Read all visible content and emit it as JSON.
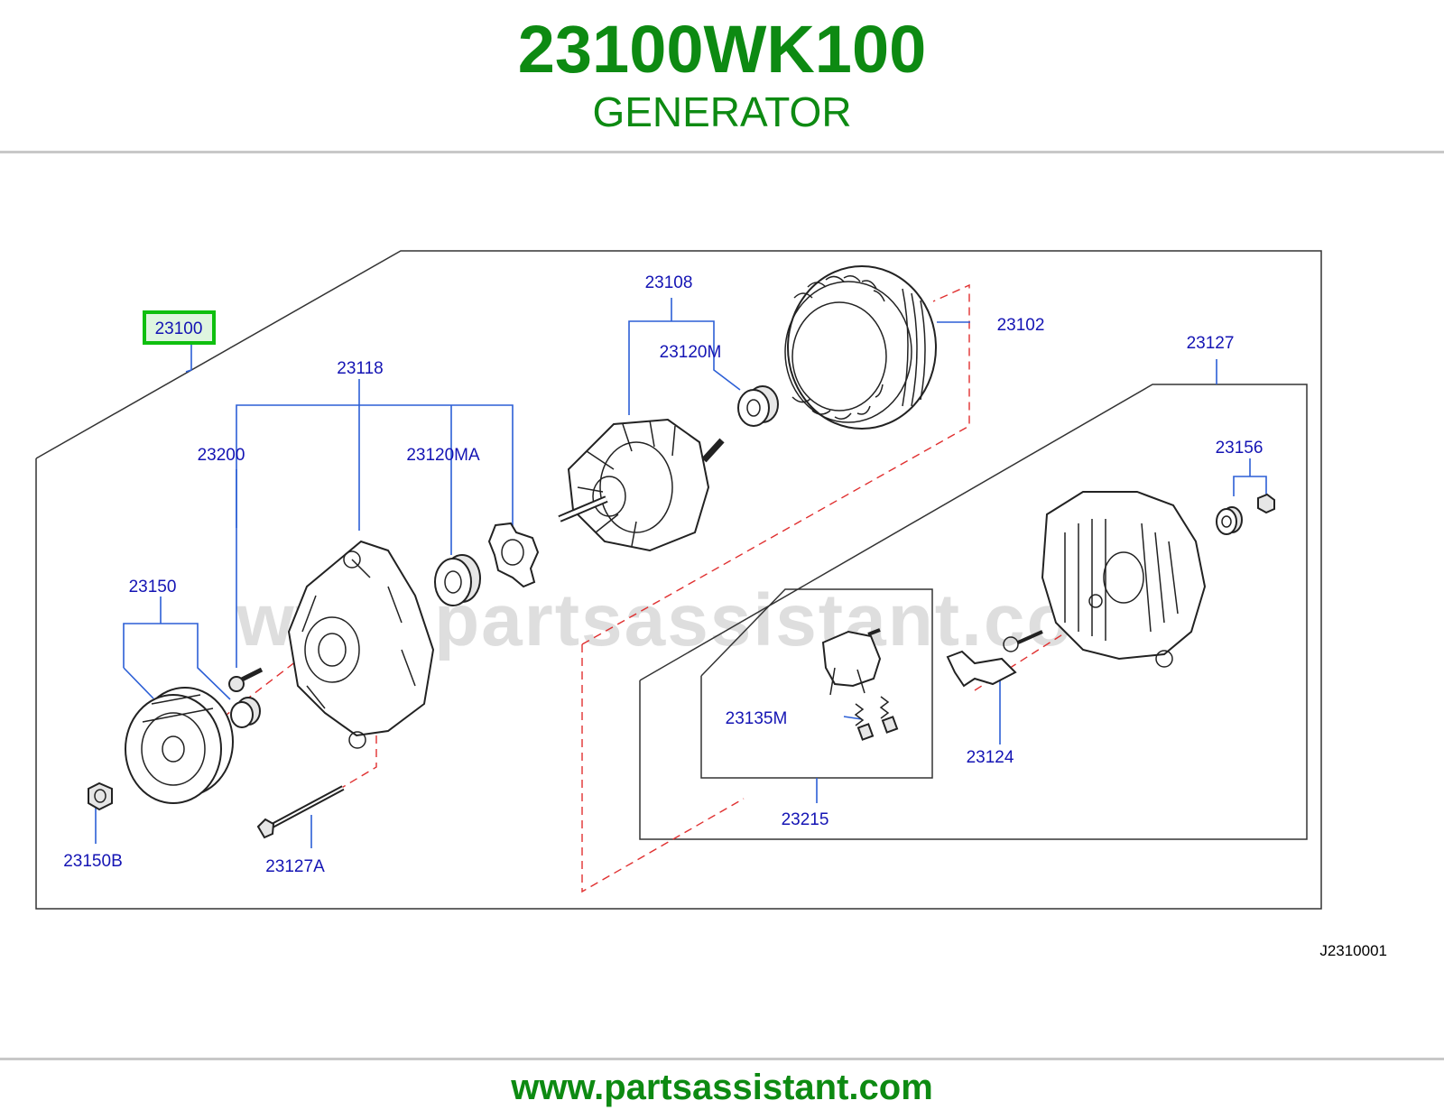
{
  "header": {
    "part_number": "23100WK100",
    "part_name": "GENERATOR"
  },
  "diagram": {
    "highlighted_label": "23100",
    "highlight_color": "#0fbf0f",
    "labels": {
      "p23100": "23100",
      "p23118": "23118",
      "p23200": "23200",
      "p23120MA": "23120MA",
      "p23150": "23150",
      "p23150B": "23150B",
      "p23127A": "23127A",
      "p23108": "23108",
      "p23120M": "23120M",
      "p23102": "23102",
      "p23127": "23127",
      "p23156": "23156",
      "p23135M": "23135M",
      "p23124": "23124",
      "p23215": "23215"
    },
    "watermark": "www.partsassistant.com",
    "drawing_code": "J2310001"
  },
  "footer": {
    "url": "www.partsassistant.com"
  },
  "colors": {
    "brand_green": "#0d8a12",
    "label_blue": "#1414b4",
    "leader_blue": "#2c5fd6",
    "dashed_red": "#e03030"
  }
}
